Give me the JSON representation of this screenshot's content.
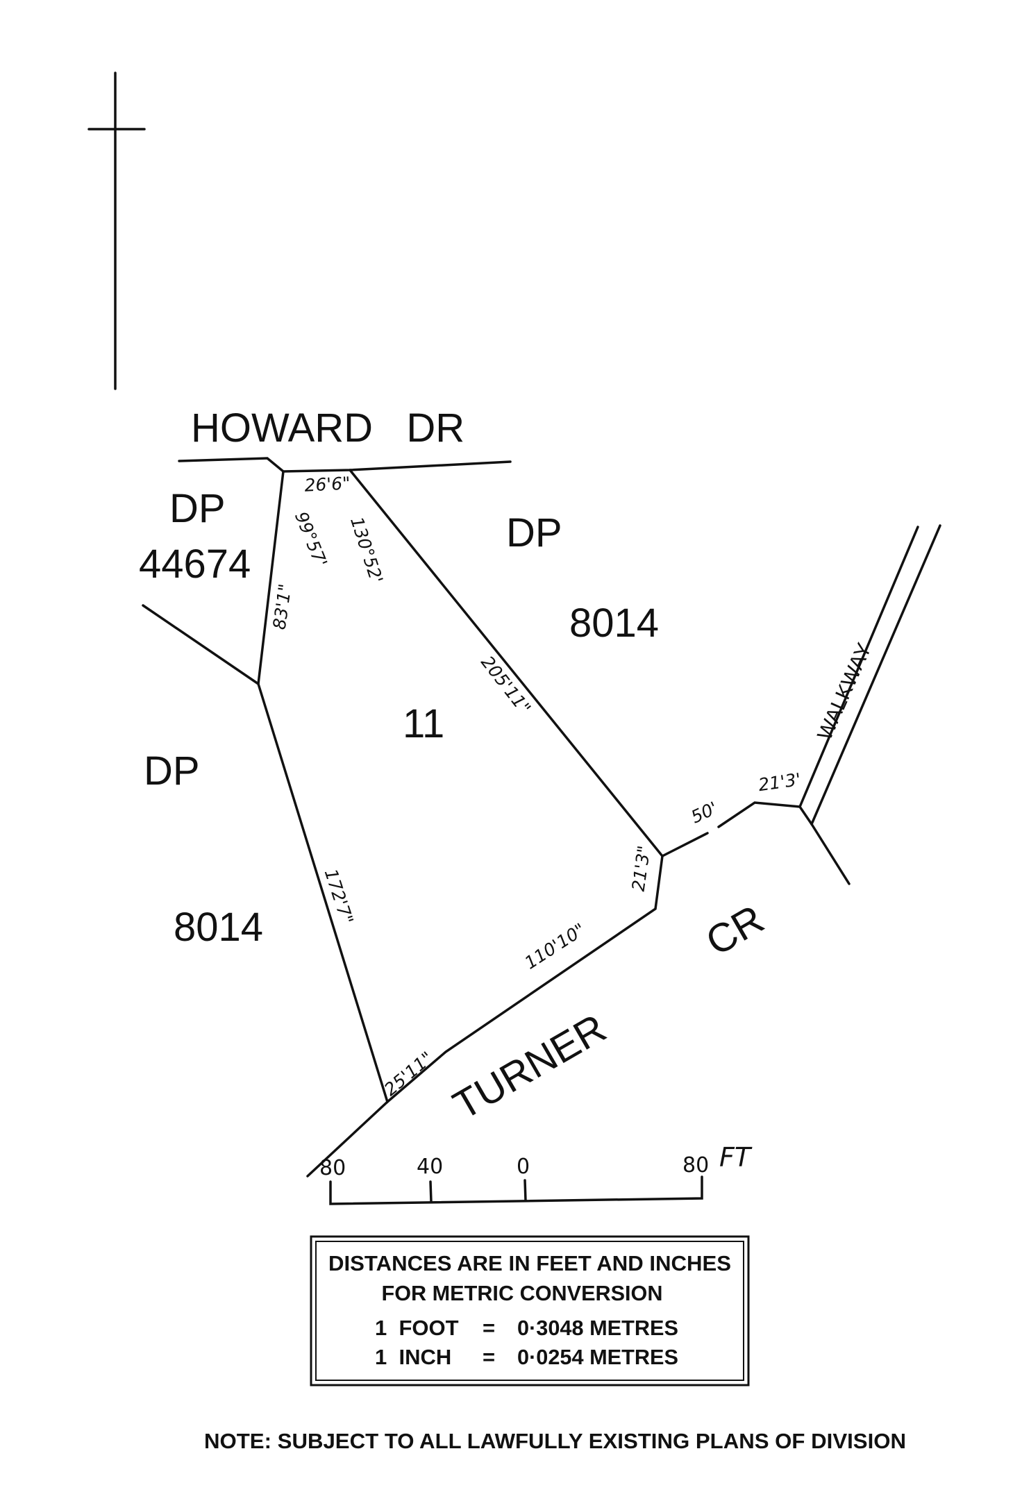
{
  "streets": {
    "howard": "HOWARD   DR",
    "turner": "TURNER",
    "cr": "CR",
    "walkway": "WALKWAY"
  },
  "parcels": {
    "dp_nw_label": "DP",
    "dp_nw_number": "44674",
    "dp_ne_label": "DP",
    "dp_ne_number": "8014",
    "dp_sw_label": "DP",
    "dp_sw_number": "8014",
    "lot_number": "11"
  },
  "dimensions": {
    "top": "26'6\"",
    "angle_left": "99°57'",
    "angle_right": "130°52'",
    "west_upper": "83'1\"",
    "northeast": "205'11\"",
    "west_lower": "172'7\"",
    "east_short": "21'3\"",
    "south": "110'10\"",
    "southwest": "25'11\"",
    "road_50": "50'",
    "road_21": "21'3'"
  },
  "scale_bar": {
    "labels": [
      "80",
      "40",
      "0",
      "80"
    ],
    "unit": "FT"
  },
  "conversion_box": {
    "line1": "DISTANCES ARE IN FEET AND INCHES",
    "line2": "FOR METRIC CONVERSION",
    "foot_label": "1  FOOT",
    "foot_eq": "=",
    "foot_value": "0·3048 METRES",
    "inch_label": "1  INCH",
    "inch_eq": "=",
    "inch_value": "0·0254 METRES"
  },
  "note": "NOTE: SUBJECT TO ALL LAWFULLY EXISTING PLANS OF DIVISION"
}
